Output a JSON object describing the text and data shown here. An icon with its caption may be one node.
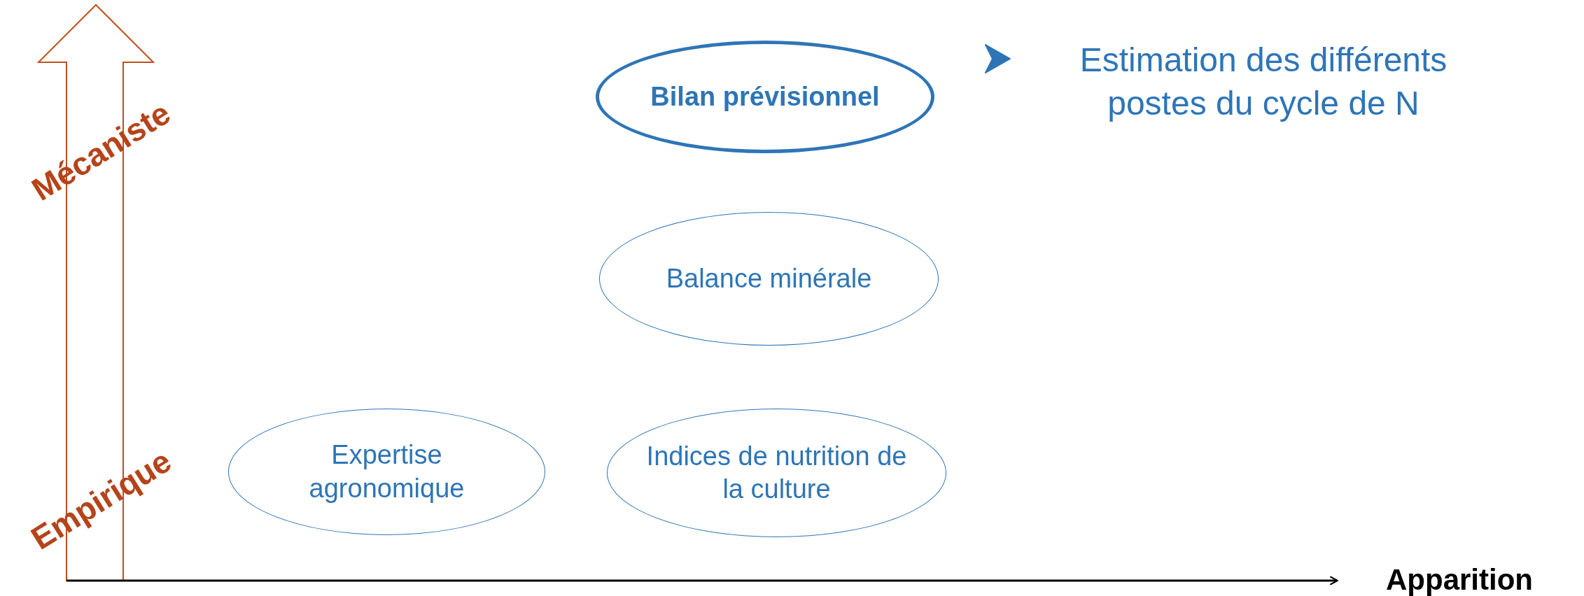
{
  "diagram": {
    "nodes": [
      {
        "text": [
          "Bilan prévisionnel"
        ]
      },
      {
        "text": [
          "Balance minérale"
        ]
      },
      {
        "text": [
          "Expertise agronomique"
        ]
      },
      {
        "text": [
          "Indices de nutrition de la culture"
        ]
      }
    ],
    "edges": [],
    "labels": [
      "Estimation des différents postes du cycle de N",
      "Mécaniste",
      "Empirique",
      "Apparition"
    ]
  }
}
